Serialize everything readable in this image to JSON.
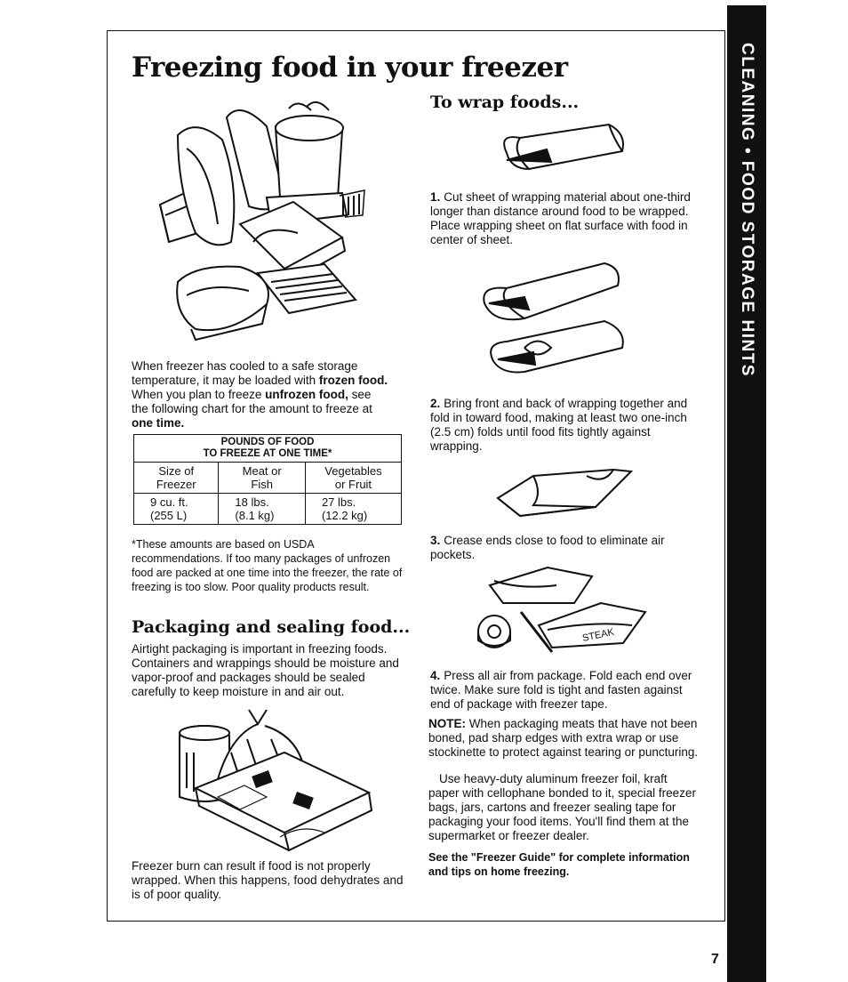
{
  "side_tab": "CLEANING • FOOD STORAGE HINTS",
  "page_number": "7",
  "title": "Freezing food in your freezer",
  "intro": {
    "line1": "When freezer has cooled to a safe storage",
    "line2a": "temperature, it may be loaded with ",
    "line2b": "frozen food.",
    "line3a": "When you plan to freeze ",
    "line3b": "unfrozen food,",
    "line3c": " see",
    "line4": "the following chart for the amount to freeze at",
    "line5": "one time."
  },
  "chart": {
    "header1": "POUNDS OF FOOD",
    "header2": "TO FREEZE AT ONE TIME*",
    "col1_a": "Size of",
    "col1_b": "Freezer",
    "col2_a": "Meat or",
    "col2_b": "Fish",
    "col3_a": "Vegetables",
    "col3_b": "or Fruit",
    "size_a": "9 cu. ft.",
    "size_b": "(255 L)",
    "meat_a": "18 lbs.",
    "meat_b": "(8.1 kg)",
    "veg_a": "27 lbs.",
    "veg_b": "(12.2 kg)"
  },
  "footnote": "*These amounts are based on USDA recommendations. If too many packages of unfrozen food are packed at one time into the freezer, the rate of freezing is too slow. Poor quality products result.",
  "packaging": {
    "heading": "Packaging and sealing food...",
    "text": "Airtight packaging is important in freezing foods. Containers and wrappings should be moisture and vapor-proof and packages should be sealed carefully to keep moisture in and air out.",
    "burn": "Freezer burn can result if food is not properly wrapped. When this happens, food dehydrates and is of poor quality."
  },
  "wrap": {
    "heading": "To wrap foods...",
    "step1_n": "1.",
    "step1": "Cut sheet of wrapping material about one-third longer than distance around food to be wrapped. Place wrapping sheet on flat surface with food in center of sheet.",
    "step2_n": "2.",
    "step2": "Bring front and back of wrapping together and fold in toward food, making at least two one-inch (2.5 cm) folds until food fits tightly against wrapping.",
    "step3_n": "3.",
    "step3": "Crease ends close to food to eliminate air pockets.",
    "step4_n": "4.",
    "step4": "Press all air from package. Fold each end over twice. Make sure fold is tight and fasten against end of package with freezer tape.",
    "note_label": "NOTE:",
    "note": " When packaging meats that have not been boned, pad sharp edges with extra wrap or use stockinette to protect against tearing or puncturing.",
    "use": "Use heavy-duty aluminum freezer foil, kraft paper with cellophane bonded to it, special freezer bags, jars, cartons and freezer sealing tape for packaging your food items. You'll find them at the supermarket or freezer dealer.",
    "see": "See the \"Freezer Guide\" for complete information and tips on home freezing.",
    "tape_label": "STEAK"
  }
}
